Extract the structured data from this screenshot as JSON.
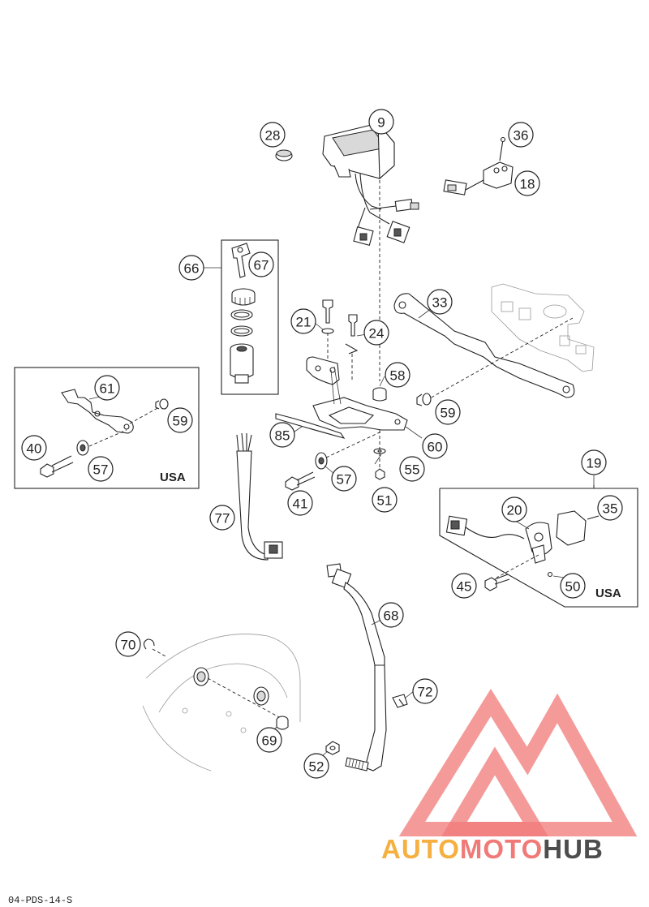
{
  "diagram": {
    "callouts": [
      {
        "id": "c9",
        "label": "9"
      },
      {
        "id": "c28",
        "label": "28"
      },
      {
        "id": "c36",
        "label": "36"
      },
      {
        "id": "c18",
        "label": "18"
      },
      {
        "id": "c66",
        "label": "66"
      },
      {
        "id": "c67",
        "label": "67"
      },
      {
        "id": "c33",
        "label": "33"
      },
      {
        "id": "c21",
        "label": "21"
      },
      {
        "id": "c24",
        "label": "24"
      },
      {
        "id": "c58",
        "label": "58"
      },
      {
        "id": "c61",
        "label": "61"
      },
      {
        "id": "c59a",
        "label": "59"
      },
      {
        "id": "c40",
        "label": "40"
      },
      {
        "id": "c57a",
        "label": "57"
      },
      {
        "id": "c59b",
        "label": "59"
      },
      {
        "id": "c85",
        "label": "85"
      },
      {
        "id": "c60",
        "label": "60"
      },
      {
        "id": "c19",
        "label": "19"
      },
      {
        "id": "c57b",
        "label": "57"
      },
      {
        "id": "c55",
        "label": "55"
      },
      {
        "id": "c41",
        "label": "41"
      },
      {
        "id": "c51",
        "label": "51"
      },
      {
        "id": "c20",
        "label": "20"
      },
      {
        "id": "c35",
        "label": "35"
      },
      {
        "id": "c77",
        "label": "77"
      },
      {
        "id": "c45",
        "label": "45"
      },
      {
        "id": "c50",
        "label": "50"
      },
      {
        "id": "c68",
        "label": "68"
      },
      {
        "id": "c70",
        "label": "70"
      },
      {
        "id": "c72",
        "label": "72"
      },
      {
        "id": "c69",
        "label": "69"
      },
      {
        "id": "c52",
        "label": "52"
      }
    ],
    "box_labels": {
      "usa_left": "USA",
      "usa_right": "USA"
    }
  },
  "watermark": {
    "part1": "AUTO",
    "part2": "MOTO",
    "part3": "HUB",
    "color1": "#f5b041",
    "color2": "#f07a78",
    "color3": "#4d4d4d"
  },
  "footer": {
    "code": "04-PDS-14-S"
  }
}
